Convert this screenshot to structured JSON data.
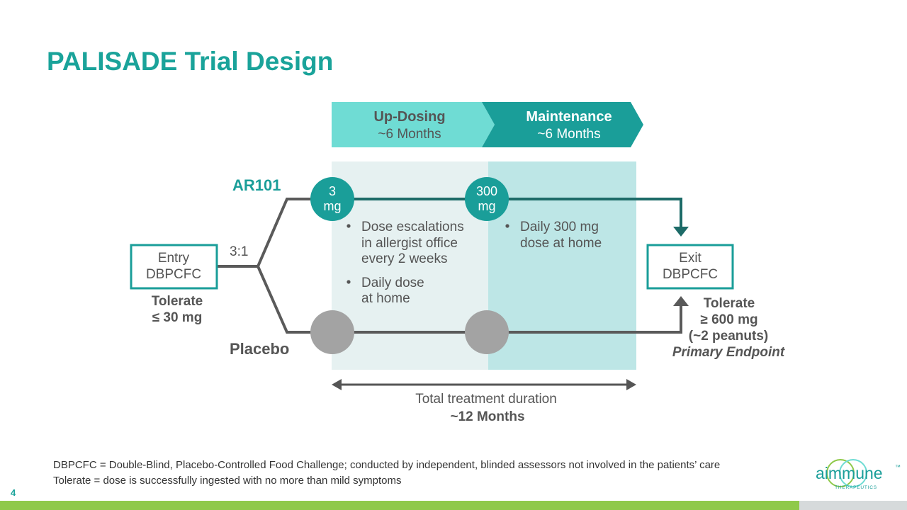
{
  "slide": {
    "title": "PALISADE Trial Design",
    "page_number": "4"
  },
  "phases": {
    "updosing_title": "Up-Dosing",
    "updosing_duration": "~6 Months",
    "maintenance_title": "Maintenance",
    "maintenance_duration": "~6 Months"
  },
  "arms": {
    "active_label": "AR101",
    "placebo_label": "Placebo",
    "ratio": "3:1"
  },
  "doses": {
    "dose1_value": "3",
    "dose1_unit": "mg",
    "dose2_value": "300",
    "dose2_unit": "mg"
  },
  "updosing_notes": {
    "b1_line1": "Dose escalations",
    "b1_line2": "in allergist office",
    "b1_line3": "every 2 weeks",
    "b2_line1": "Daily dose",
    "b2_line2": "at home"
  },
  "maintenance_notes": {
    "b1_line1": "Daily 300 mg",
    "b1_line2": "dose at home"
  },
  "entry": {
    "line1": "Entry",
    "line2": "DBPCFC",
    "tolerate_line1": "Tolerate",
    "tolerate_line2": "≤ 30 mg"
  },
  "exit": {
    "line1": "Exit",
    "line2": "DBPCFC",
    "tolerate_line1": "Tolerate",
    "tolerate_line2": "≥ 600 mg",
    "tolerate_line3": "(~2 peanuts)",
    "endpoint": "Primary  Endpoint"
  },
  "duration": {
    "line1": "Total treatment duration",
    "line2": "~12 Months"
  },
  "footnotes": {
    "line1": "DBPCFC = Double-Blind, Placebo-Controlled Food Challenge; conducted by independent, blinded assessors not involved in the patients’ care",
    "line2": "Tolerate = dose is successfully ingested with no more than mild symptoms"
  },
  "logo": {
    "wordmark": "aimmune",
    "tm": "™",
    "subtitle": "THERAPEUTICS"
  },
  "colors": {
    "teal_dark": "#1a9e99",
    "teal_light": "#6fdcd4",
    "path_dark": "#1d6b68",
    "gray_line": "#5a5a5a",
    "placebo_circle": "#a3a3a3",
    "panel_light": "#e6f1f1",
    "panel_mid": "#bde6e6",
    "green_bar": "#8fc94a"
  }
}
